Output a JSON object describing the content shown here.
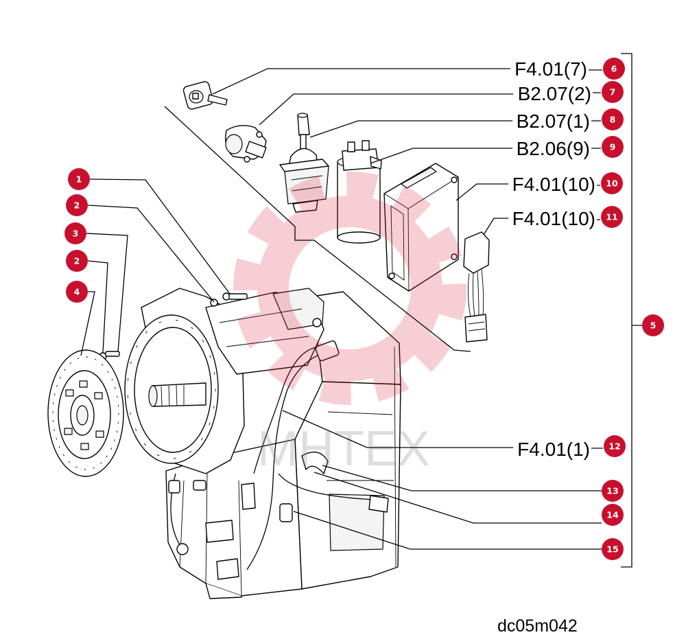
{
  "accent_color": "#c8102e",
  "watermark": "MHTEX",
  "drawing_code": "dc05m042",
  "callouts_right": [
    {
      "number": "6",
      "ref": "F4.01(7)"
    },
    {
      "number": "7",
      "ref": "B2.07(2)"
    },
    {
      "number": "8",
      "ref": "B2.07(1)"
    },
    {
      "number": "9",
      "ref": "B2.06(9)"
    },
    {
      "number": "10",
      "ref": "F4.01(10)"
    },
    {
      "number": "11",
      "ref": "F4.01(10)"
    },
    {
      "number": "12",
      "ref": "F4.01(1)"
    },
    {
      "number": "13"
    },
    {
      "number": "14"
    },
    {
      "number": "15"
    }
  ],
  "callouts_left": [
    "1",
    "2",
    "3",
    "2",
    "4"
  ],
  "group_callout": "5"
}
